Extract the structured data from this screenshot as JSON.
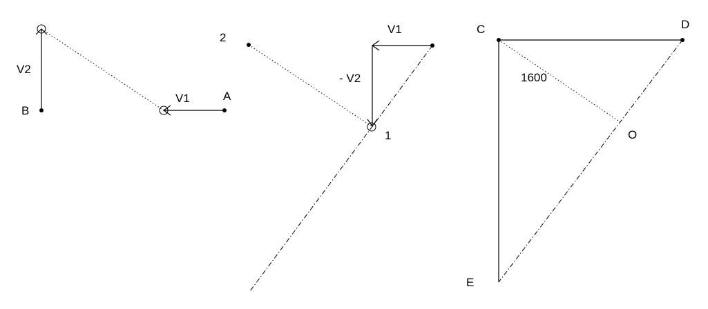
{
  "colors": {
    "ink": "#000000",
    "background": "#ffffff"
  },
  "diagram_left": {
    "vector_v2_label": "V2",
    "vector_v1_label": "V1",
    "point_b_label": "B",
    "point_a_label": "A"
  },
  "diagram_middle": {
    "point_2_label": "2",
    "vector_v1_label": "V1",
    "vector_minus_v2_label": "- V2",
    "point_1_label": "1"
  },
  "diagram_right": {
    "point_c_label": "C",
    "point_d_label": "D",
    "distance_label": "1600",
    "point_o_label": "O",
    "point_e_label": "E"
  }
}
